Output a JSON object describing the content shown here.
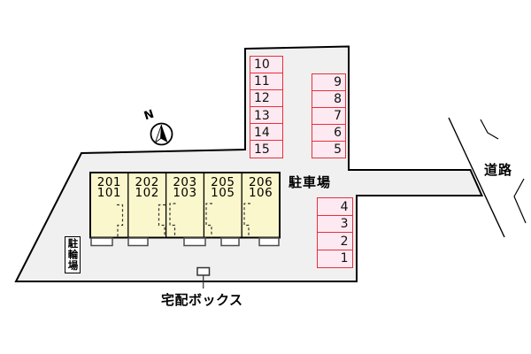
{
  "site_plan": {
    "labels": {
      "parking_lot": "駐車場",
      "road": "道路",
      "bicycle_parking": "駐輪場",
      "delivery_box": "宅配ボックス",
      "compass_north": "N"
    },
    "parking_spaces": {
      "upper_left_column": [
        "10",
        "11",
        "12",
        "13",
        "14",
        "15"
      ],
      "upper_right_column": [
        "9",
        "8",
        "7",
        "6",
        "5"
      ],
      "lower_right_column": [
        "4",
        "3",
        "2",
        "1"
      ]
    },
    "building_units": [
      {
        "upper": "201",
        "lower": "101"
      },
      {
        "upper": "202",
        "lower": "102"
      },
      {
        "upper": "203",
        "lower": "103"
      },
      {
        "upper": "205",
        "lower": "105"
      },
      {
        "upper": "206",
        "lower": "106"
      }
    ],
    "colors": {
      "site_fill": "#f0f0f0",
      "building_fill": "#fbf7cc",
      "parking_space_fill": "#fde9f1",
      "parking_space_border": "#e5303a",
      "outline": "#000000"
    }
  }
}
